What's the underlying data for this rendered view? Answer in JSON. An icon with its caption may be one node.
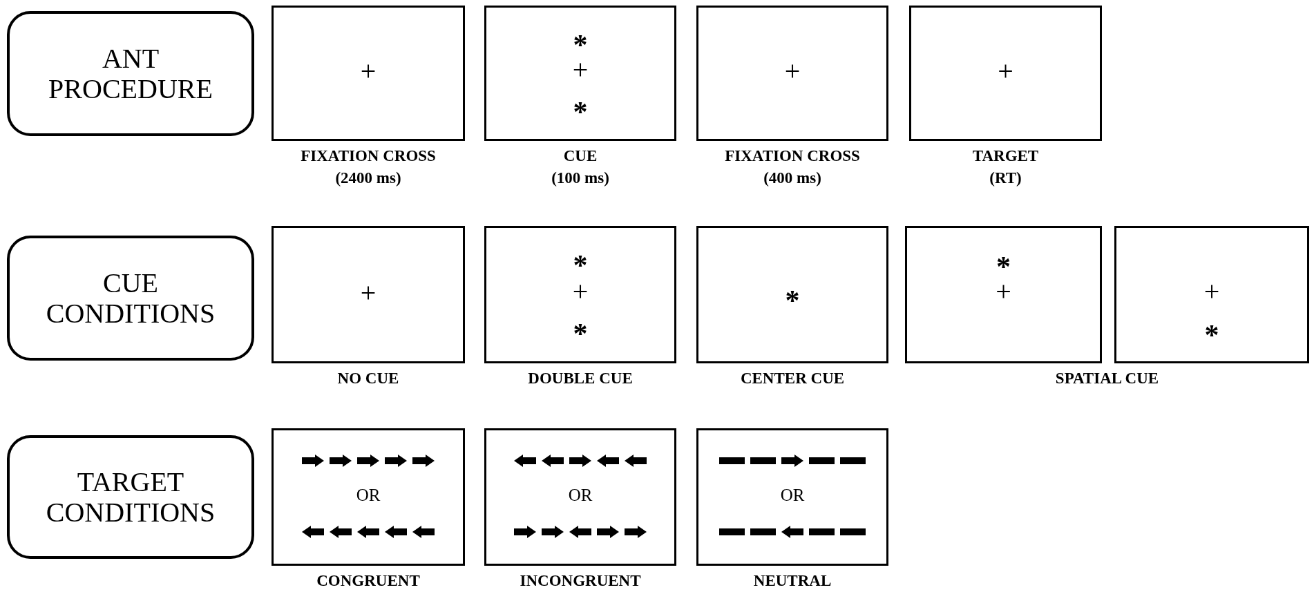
{
  "diagram": {
    "nodes": [
      {
        "text": [
          "ANT PROCEDURE"
        ]
      },
      {
        "text": [
          "+"
        ],
        "beside": [
          "FIXATION CROSS",
          "(2400 ms)"
        ]
      },
      {
        "text": [
          "*",
          "+",
          "*"
        ],
        "beside": [
          "CUE",
          "(100 ms)"
        ]
      },
      {
        "text": [
          "+"
        ],
        "beside": [
          "FIXATION CROSS",
          "(400 ms)"
        ]
      },
      {
        "text": [
          "+"
        ],
        "beside": [
          "TARGET",
          "(RT)"
        ]
      },
      {
        "text": [
          "CUE CONDITIONS"
        ]
      },
      {
        "text": [
          "+"
        ],
        "beside": [
          "NO CUE"
        ]
      },
      {
        "text": [
          "*",
          "+",
          "*"
        ],
        "beside": [
          "DOUBLE CUE"
        ]
      },
      {
        "text": [
          "*"
        ],
        "beside": [
          "CENTER CUE"
        ]
      },
      {
        "text": [
          "*",
          "+"
        ]
      },
      {
        "text": [
          "+",
          "*"
        ]
      },
      {
        "text": [
          "TARGET CONDITIONS"
        ]
      },
      {
        "text": [
          "OR"
        ],
        "beside": [
          "CONGRUENT"
        ]
      },
      {
        "text": [
          "OR"
        ],
        "beside": [
          "INCONGRUENT"
        ]
      },
      {
        "text": [
          "OR"
        ],
        "beside": [
          "NEUTRAL"
        ]
      }
    ],
    "labels": [
      "SPATIAL CUE"
    ]
  }
}
